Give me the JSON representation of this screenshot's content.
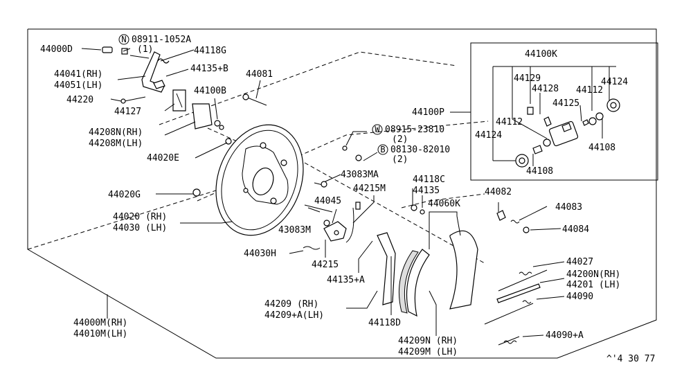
{
  "diagram": {
    "part_labels": {
      "p44000D": "44000D",
      "n_code": "08911-1052A",
      "n_qty": "(1)",
      "p44118G": "44118G",
      "p44041": "44041(RH)",
      "p44051": "44051(LH)",
      "p44135B": "44135+B",
      "p44081": "44081",
      "p44220": "44220",
      "p44100B": "44100B",
      "p44127": "44127",
      "p44208N": "44208N(RH)",
      "p44208M": "44208M(LH)",
      "p44020E": "44020E",
      "p44020G": "44020G",
      "p44020": "44020 (RH)",
      "p44030": "44030 (LH)",
      "w_code": "08915-23810",
      "w_qty": "(2)",
      "b_code": "08130-82010",
      "b_qty": "(2)",
      "p43083MA": "43083MA",
      "p44215M": "44215M",
      "p44118C": "44118C",
      "p44135": "44135",
      "p44045": "44045",
      "p44060K": "44060K",
      "p43083M": "43083M",
      "p44030H": "44030H",
      "p44215": "44215",
      "p44135A": "44135+A",
      "p44209": "44209  (RH)",
      "p44209A": "44209+A(LH)",
      "p44118D": "44118D",
      "p44209N": "44209N (RH)",
      "p44209M": "44209M (LH)",
      "p44000M": "44000M(RH)",
      "p44010M": "44010M(LH)",
      "p44082": "44082",
      "p44083": "44083",
      "p44084": "44084",
      "p44027": "44027",
      "p44200N": "44200N(RH)",
      "p44201": "44201  (LH)",
      "p44090": "44090",
      "p44090A": "44090+A"
    },
    "inset_labels": {
      "p44100K": "44100K",
      "p44129": "44129",
      "p44128": "44128",
      "p44112a": "44112",
      "p44124a": "44124",
      "p44125": "44125",
      "p44112b": "44112",
      "p44124b": "44124",
      "p44108a": "44108",
      "p44108b": "44108",
      "p44100P": "44100P"
    },
    "circle_marks": {
      "n": "N",
      "w": "W",
      "b": "B"
    },
    "footer_code": "^'4 30 77"
  }
}
